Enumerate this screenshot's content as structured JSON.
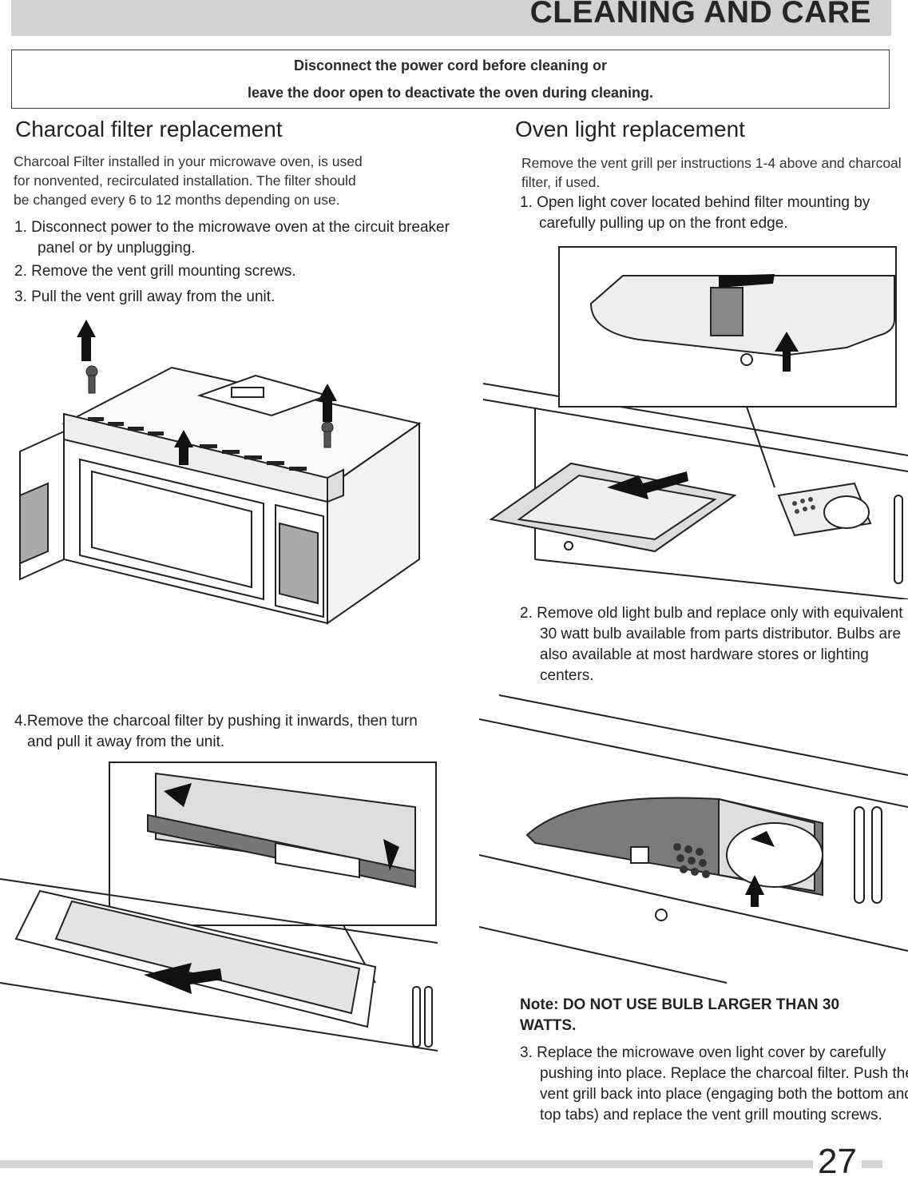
{
  "header": {
    "title": "CLEANING AND CARE"
  },
  "warning": {
    "line1": "Disconnect the power cord before cleaning or",
    "line2": "leave the door open to deactivate the oven during cleaning."
  },
  "charcoal": {
    "heading": "Charcoal filter replacement",
    "intro": [
      "Charcoal Filter installed in your microwave oven, is used",
      "for nonvented, recirculated installation. The filter should",
      "be changed every 6 to 12 months depending on use."
    ],
    "step1": "1. Disconnect power to the microwave oven at the circuit breaker panel or by unplugging.",
    "step2": "2. Remove the vent grill mounting screws.",
    "step3": "3. Pull the vent grill away from the unit.",
    "step4": "4.Remove the charcoal filter by pushing it inwards, then turn and pull it away from the unit."
  },
  "light": {
    "heading": "Oven light replacement",
    "intro": "Remove the vent grill per instructions 1-4 above and charcoal filter, if used.",
    "step1": "1. Open light cover located behind filter mounting by carefully pulling up on the front edge.",
    "step2": "2. Remove old light bulb and replace only with equivalent 30 watt bulb available from parts distributor. Bulbs are also available at most hardware stores or lighting centers.",
    "note": "Note: DO NOT USE BULB LARGER THAN 30 WATTS.",
    "step3": "3. Replace the microwave oven light cover by carefully pushing into place. Replace the charcoal filter. Push the vent grill back into place (engaging both the bottom and top tabs) and replace the vent grill mouting screws."
  },
  "footer": {
    "page_number": "27"
  }
}
